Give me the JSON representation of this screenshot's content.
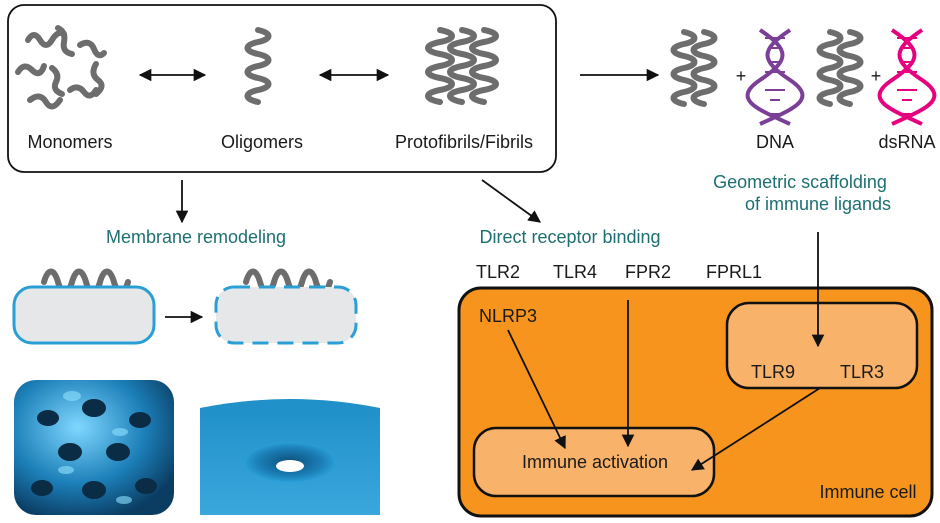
{
  "species": {
    "monomers": "Monomers",
    "oligomers": "Oligomers",
    "fibrils": "Protofibrils/Fibrils"
  },
  "ligands": {
    "dna": "DNA",
    "dsrna": "dsRNA",
    "plus": "+",
    "scaffolding_line1": "Geometric scaffolding",
    "scaffolding_line2": "of immune ligands"
  },
  "pathways": {
    "membrane": "Membrane remodeling",
    "receptor": "Direct receptor binding"
  },
  "receptors": [
    "TLR2",
    "TLR4",
    "FPR2",
    "FPRL1"
  ],
  "cell": {
    "nlrp3": "NLRP3",
    "tlr9": "TLR9",
    "tlr3": "TLR3",
    "activation": "Immune activation",
    "cell_label": "Immune cell"
  },
  "colors": {
    "peptide": "#6d6d6d",
    "dna": "#7b3f98",
    "dsrna": "#e6007e",
    "membrane": "#2a9fd6",
    "cell": "#f7941d",
    "cell_inner": "#f9b26a",
    "teal_text": "#1d6f72"
  }
}
